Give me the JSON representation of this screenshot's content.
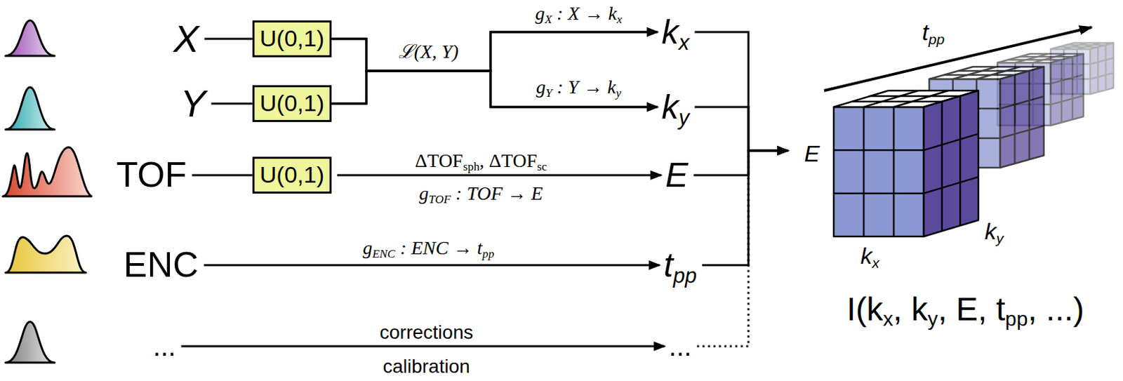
{
  "diagram": {
    "nodes": [
      {
        "text": [
          "X"
        ]
      },
      {
        "text": [
          "U(0,1)"
        ]
      },
      {
        "text": [
          "Y"
        ]
      },
      {
        "text": [
          "U(0,1)"
        ]
      },
      {
        "text": [
          "TOF"
        ]
      },
      {
        "text": [
          "U(0,1)"
        ]
      },
      {
        "text": [
          "ENC"
        ]
      },
      {
        "text": [
          "..."
        ]
      },
      {
        "text": [
          "kx"
        ]
      },
      {
        "text": [
          "ky"
        ]
      },
      {
        "text": [
          "E"
        ]
      },
      {
        "text": [
          "tpp"
        ]
      },
      {
        "text": [
          "..."
        ]
      },
      {
        "text": [
          "I(kx, ky, E, tpp, ...)"
        ]
      }
    ],
    "edges": [
      {
        "from": 0,
        "to": 1,
        "arrow": "none"
      },
      {
        "from": 2,
        "to": 3,
        "arrow": "none"
      },
      {
        "from": 4,
        "to": 5,
        "arrow": "none"
      },
      {
        "from": 1,
        "to": 8,
        "arrow": "to",
        "label": "gX : X → kx"
      },
      {
        "from": 1,
        "to": 9,
        "arrow": "to"
      },
      {
        "from": 3,
        "to": 8,
        "arrow": "to"
      },
      {
        "from": 3,
        "to": 9,
        "arrow": "to",
        "label": "gY : Y → ky"
      },
      {
        "from": 5,
        "to": 10,
        "arrow": "to",
        "label": "ΔTOFsph, ΔTOFsc"
      },
      {
        "from": 6,
        "to": 11,
        "arrow": "to",
        "label": "gENC : ENC → tpp"
      },
      {
        "from": 7,
        "to": 12,
        "arrow": "to",
        "label": "corrections"
      },
      {
        "from": 8,
        "to": 13,
        "arrow": "to"
      },
      {
        "from": 9,
        "to": 13,
        "arrow": "to"
      },
      {
        "from": 10,
        "to": 13,
        "arrow": "to"
      },
      {
        "from": 11,
        "to": 13,
        "arrow": "to"
      },
      {
        "from": 12,
        "to": 13,
        "arrow": "to"
      }
    ],
    "labels": [
      "ℒ(X, Y)",
      "gTOF : TOF → E",
      "calibration",
      "E",
      "kx",
      "ky",
      "tpp"
    ]
  }
}
